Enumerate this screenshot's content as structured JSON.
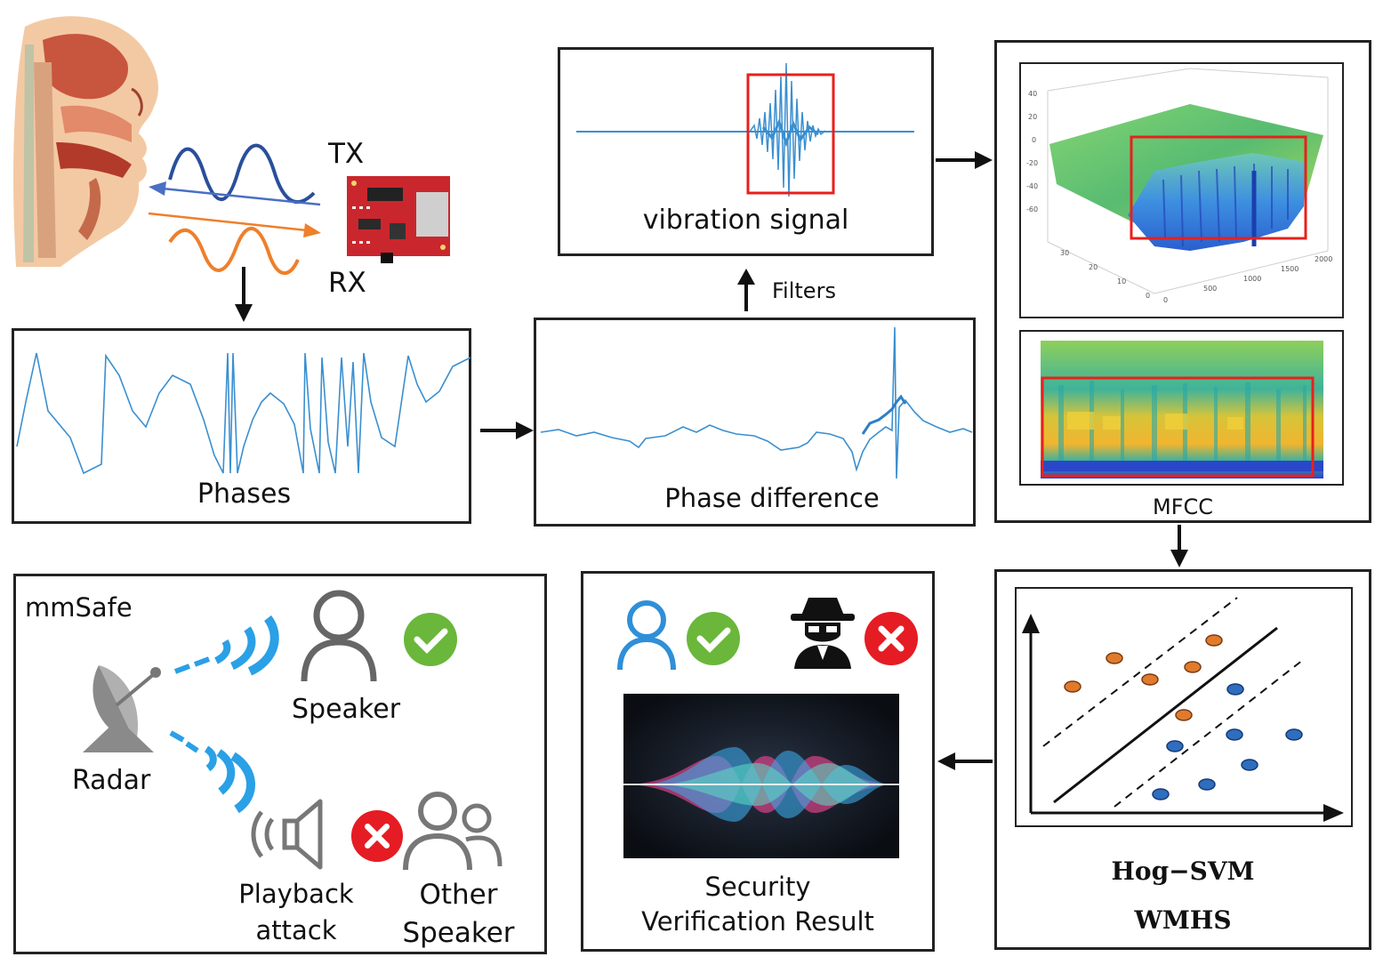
{
  "labels": {
    "tx": "TX",
    "rx": "RX",
    "phases": "Phases",
    "phase_difference": "Phase difference",
    "filters": "Filters",
    "vibration_signal": "vibration signal",
    "mfcc": "MFCC",
    "hog_svm": "Hog−SVM",
    "wmhs": "WMHS",
    "security_line1": "Security",
    "security_line2": "Verification Result",
    "mmsafe": "mmSafe",
    "speaker": "Speaker",
    "radar": "Radar",
    "playback_line1": "Playback",
    "playback_line2": "attack",
    "other_line1": "Other",
    "other_line2": "Speaker"
  },
  "surface_axis": {
    "z_ticks": [
      "40",
      "20",
      "0",
      "-20",
      "-40",
      "-60"
    ],
    "y_ticks": [
      "30",
      "20",
      "10",
      "0"
    ],
    "x_ticks": [
      "0",
      "500",
      "1000",
      "1500",
      "2000"
    ]
  },
  "colors": {
    "signal": "#3a8fd0",
    "highlight": "#e8201c",
    "tx_wave": "#2a4f9a",
    "rx_wave": "#ef7f2a",
    "check": "#6ab73b",
    "cross": "#e51c23",
    "user_blue": "#2f8fd8",
    "radar_wave": "#2aa0e6",
    "svm_orange": "#e07b2d",
    "svm_blue": "#2f6dbf"
  }
}
